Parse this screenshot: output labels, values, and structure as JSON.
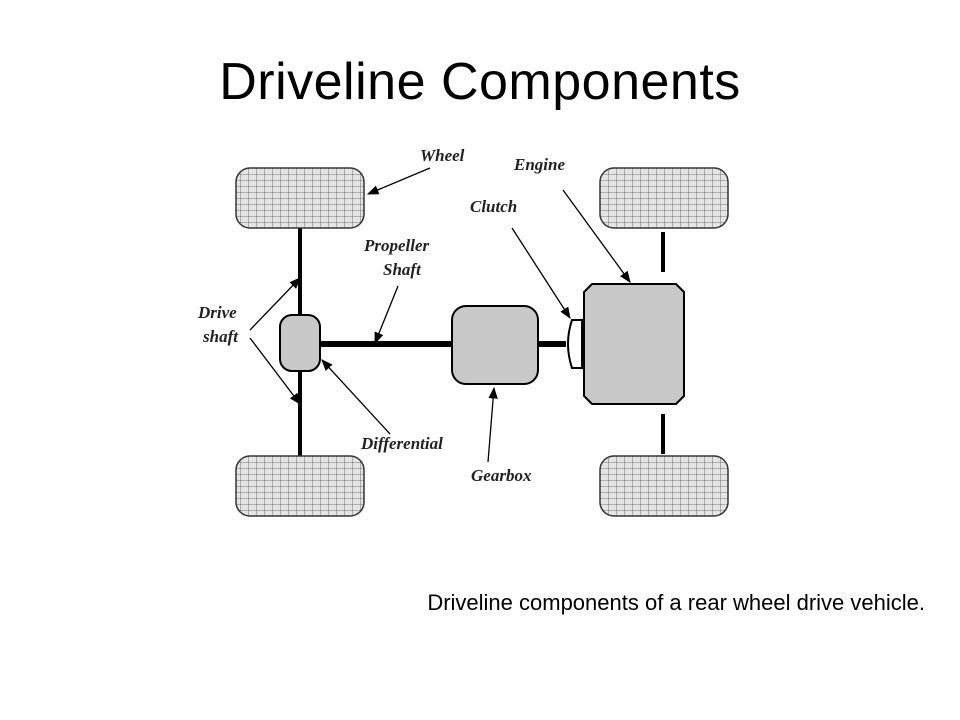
{
  "slide": {
    "title": "Driveline Components",
    "caption": "Driveline components of a rear wheel drive vehicle."
  },
  "diagram": {
    "labels": {
      "wheel": "Wheel",
      "engine": "Engine",
      "clutch": "Clutch",
      "propeller_line1": "Propeller",
      "propeller_line2": "Shaft",
      "drive_line1": "Drive",
      "drive_line2": "shaft",
      "differential": "Differential",
      "gearbox": "Gearbox"
    },
    "colors": {
      "component_fill": "#c8c8c8",
      "outline": "#000000",
      "tyre_fill": "#e0e0e0"
    }
  }
}
